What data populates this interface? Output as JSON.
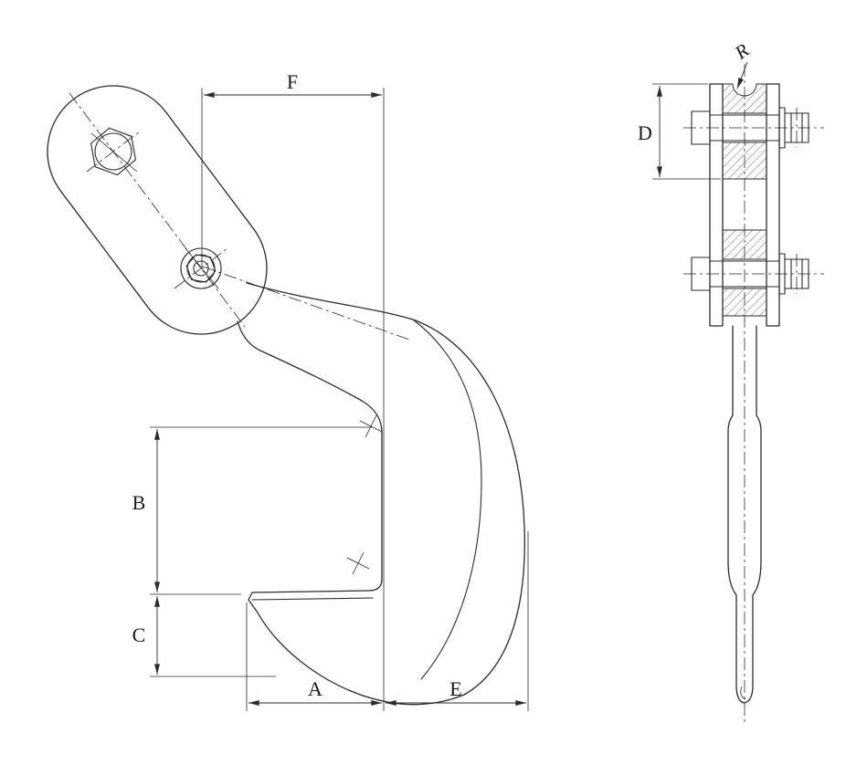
{
  "labels": {
    "front_view": {
      "F": "F",
      "B": "B",
      "C": "C",
      "A": "A",
      "E": "E"
    },
    "side_view": {
      "D": "D",
      "R": "R"
    }
  },
  "colors": {
    "line": "#2b2b2b",
    "background": "#ffffff"
  }
}
